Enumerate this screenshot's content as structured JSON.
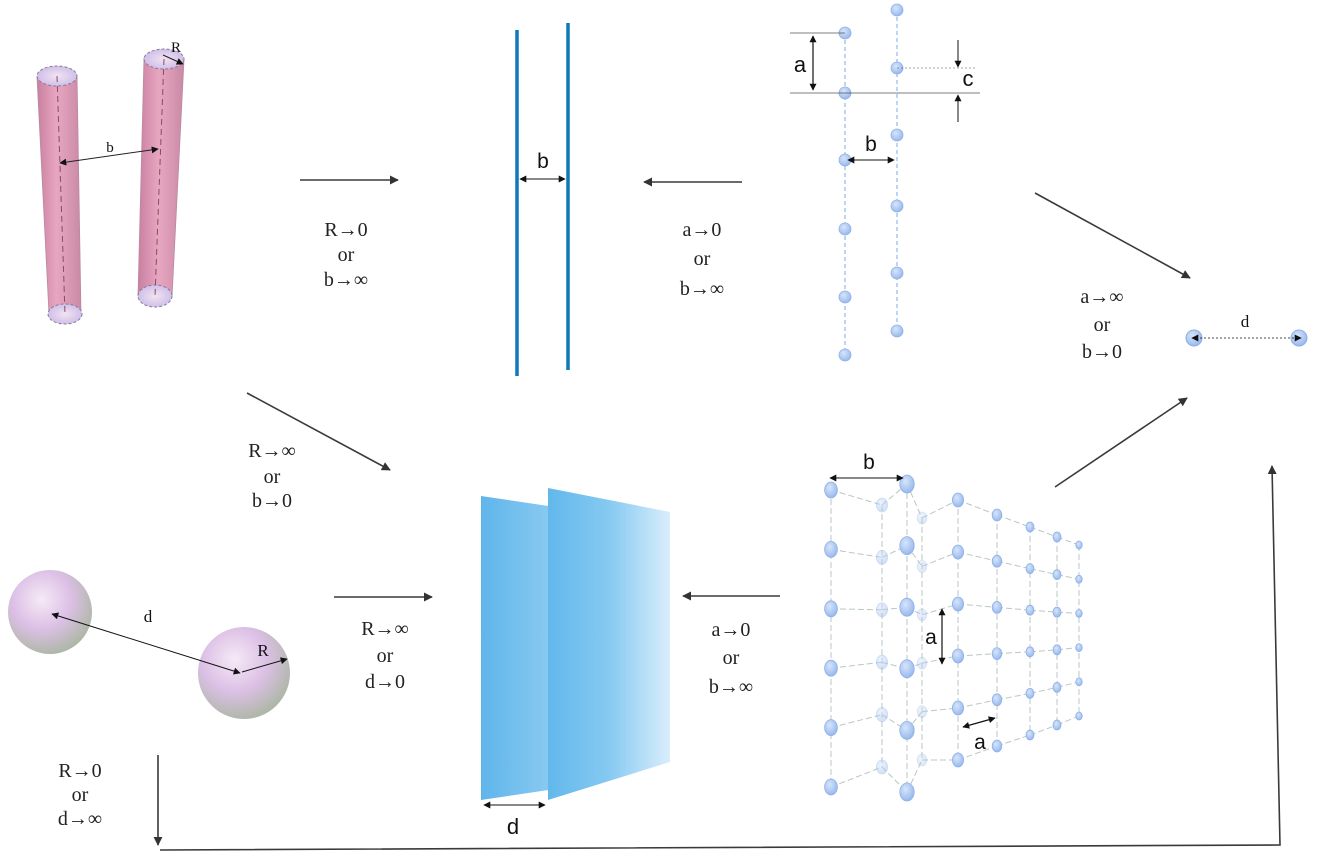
{
  "figure": {
    "cylinders": {
      "radius_label": "R",
      "distance_label": "b"
    },
    "wires": {
      "distance_label": "b"
    },
    "chains": {
      "spacing_label": "a",
      "distance_label": "b",
      "offset_label": "c"
    },
    "spheres": {
      "distance_label": "d",
      "radius_label": "R"
    },
    "plates": {
      "distance_label": "d"
    },
    "lattice": {
      "row_distance_label": "b",
      "spacing_label_1": "a",
      "spacing_label_2": "a"
    },
    "dots": {
      "distance_label": "d"
    }
  },
  "transitions": {
    "cylinders_to_wires": [
      "R→0",
      "or",
      "b→∞"
    ],
    "chains_to_wires": [
      "a→0",
      "or",
      "b→∞"
    ],
    "chains_to_dots": [
      "a→∞",
      "or",
      "b→0"
    ],
    "cylinders_to_plates": [
      "R→∞",
      "or",
      "b→0"
    ],
    "spheres_to_plates": [
      "R→∞",
      "or",
      "d→0"
    ],
    "lattice_to_plates": [
      "a→0",
      "or",
      "b→∞"
    ],
    "spheres_to_dots": [
      "R→0",
      "or",
      "d→∞"
    ]
  },
  "colors": {
    "cylinder": "#e29ab6",
    "wire": "#0f78b8",
    "atom": "#a9c6f2",
    "plate": "#7cc3ee",
    "arrow": "#3a3a3a"
  }
}
